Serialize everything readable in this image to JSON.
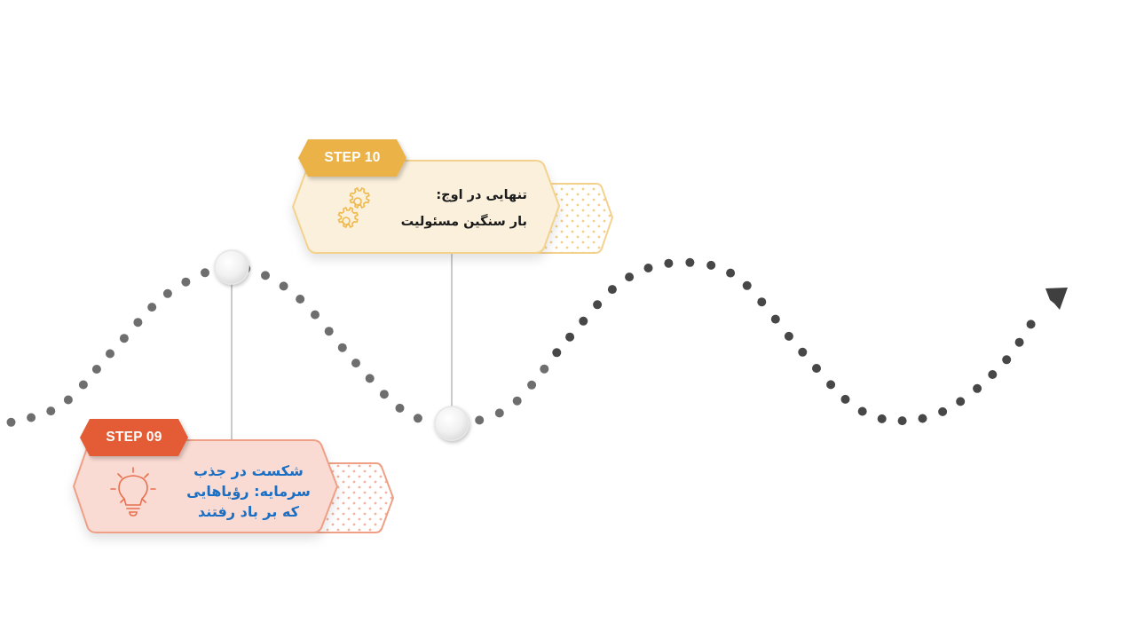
{
  "diagram": {
    "type": "wavy-timeline",
    "colors": {
      "background": "#ffffff",
      "wave_dots_left": "#6e6e6e",
      "wave_dots_right": "#474747",
      "arrow": "#3f3f3f",
      "connector_line": "#b5b5b5",
      "node_fill": "#f2f2f2",
      "step10_tag": "#ebb346",
      "step10_card_fill": "#fbf0dc",
      "step10_card_border": "#f3d28e",
      "step10_icon": "#f0b94c",
      "step10_text": "#1a1a1a",
      "step09_tag": "#e45c35",
      "step09_card_fill": "#fadbd3",
      "step09_card_border": "#ee9f86",
      "step09_icon": "#e8704f",
      "step09_text": "#1a6fc4"
    },
    "steps": [
      {
        "id": "step-10",
        "tag": "STEP 10",
        "icon": "gears-icon",
        "title": "تنهایی در اوج:",
        "subtitle": "بار سنگین مسئولیت",
        "position": "above-wave"
      },
      {
        "id": "step-09",
        "tag": "STEP 09",
        "icon": "lightbulb-icon",
        "title": "شکست در جذب سرمایه: رؤیاهایی که بر باد رفتند",
        "position": "below-wave"
      }
    ]
  }
}
